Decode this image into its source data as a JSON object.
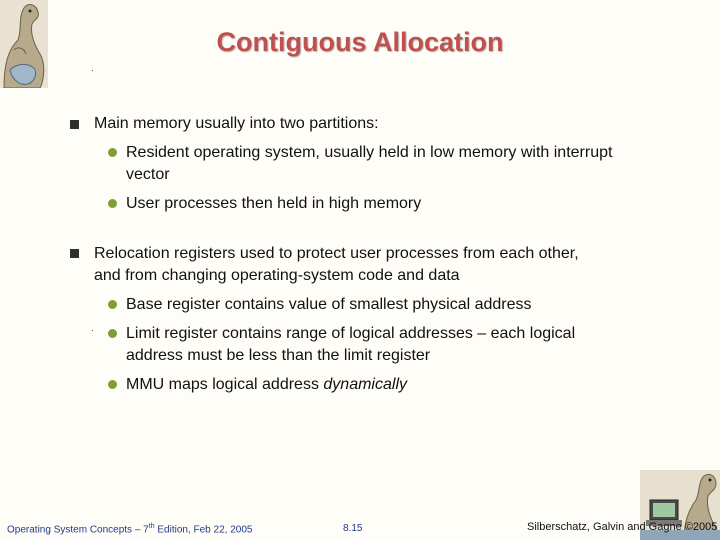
{
  "slide": {
    "title": "Contiguous Allocation",
    "bullets": [
      {
        "text": "Main memory usually into two partitions:"
      },
      {
        "text": "Resident operating system, usually held in low memory with interrupt vector"
      },
      {
        "text": "User processes then held in high memory"
      },
      {
        "text": "Relocation registers used to protect user processes from each other, and from changing operating-system code and data"
      },
      {
        "text": "Base register contains value of smallest physical address"
      },
      {
        "text": "Limit register contains range of logical addresses – each logical address must be less than the limit register"
      },
      {
        "text_before": "MMU maps logical address ",
        "text_emph": "dynamically"
      }
    ]
  },
  "footer": {
    "left_before": "Operating System Concepts – 7",
    "left_sup": "th",
    "left_after": " Edition, Feb 22, 2005",
    "page": "8.15",
    "right": "Silberschatz, Galvin and Gagne ©2005"
  },
  "colors": {
    "title": "#C0504D",
    "level1_bullet": "#2F2F2F",
    "level2_bullet": "#7E9D34",
    "footer": "#1F3A8A"
  },
  "icons": {
    "logo": "dinosaur-logo-icon"
  }
}
